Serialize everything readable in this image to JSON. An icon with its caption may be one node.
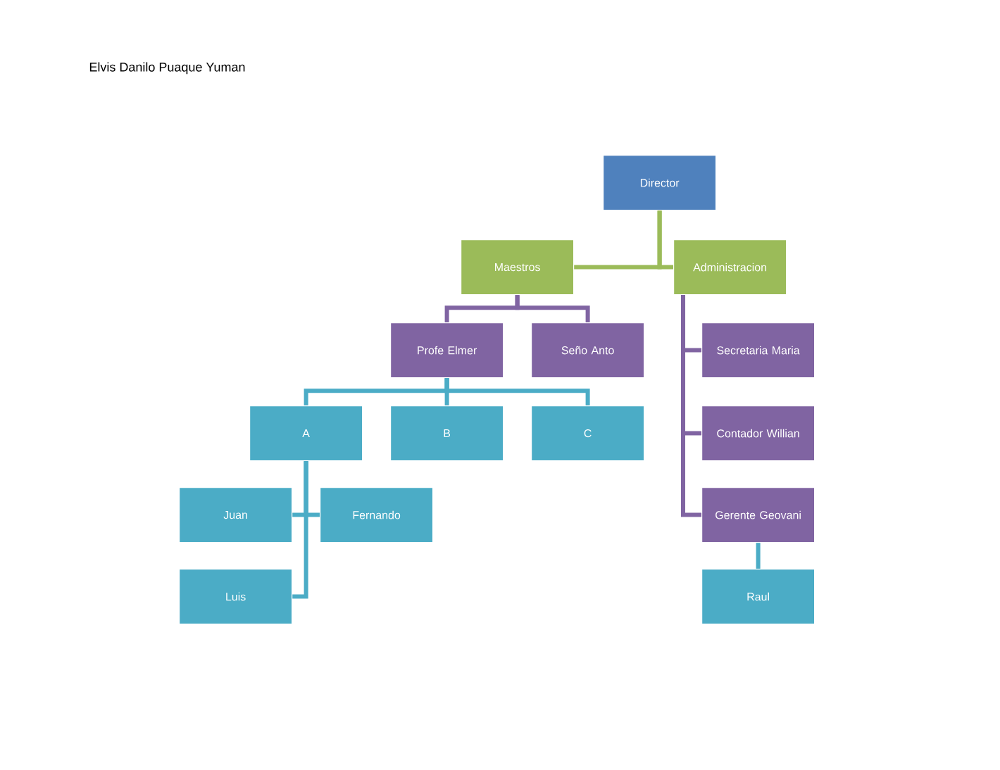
{
  "diagram": {
    "title": "Elvis Danilo Puaque Yuman",
    "nodes": [
      {
        "text": [
          "Director"
        ]
      },
      {
        "text": [
          "Maestros"
        ]
      },
      {
        "text": [
          "Administracion"
        ]
      },
      {
        "text": [
          "Profe Elmer"
        ]
      },
      {
        "text": [
          "Seño Anto"
        ]
      },
      {
        "text": [
          "A"
        ]
      },
      {
        "text": [
          "B"
        ]
      },
      {
        "text": [
          "C"
        ]
      },
      {
        "text": [
          "Juan"
        ]
      },
      {
        "text": [
          "Fernando"
        ]
      },
      {
        "text": [
          "Luis"
        ]
      },
      {
        "text": [
          "Secretaria Maria"
        ]
      },
      {
        "text": [
          "Contador Willian"
        ]
      },
      {
        "text": [
          "Gerente Geovani"
        ]
      },
      {
        "text": [
          "Raul"
        ]
      }
    ],
    "edges": [
      {
        "from": 0,
        "to": 1,
        "arrow": "none",
        "color": "#9bbb59"
      },
      {
        "from": 0,
        "to": 2,
        "arrow": "none",
        "color": "#9bbb59"
      },
      {
        "from": 1,
        "to": 3,
        "arrow": "none",
        "color": "#8064a2"
      },
      {
        "from": 1,
        "to": 4,
        "arrow": "none",
        "color": "#8064a2"
      },
      {
        "from": 2,
        "to": 11,
        "arrow": "none",
        "color": "#8064a2"
      },
      {
        "from": 2,
        "to": 12,
        "arrow": "none",
        "color": "#8064a2"
      },
      {
        "from": 2,
        "to": 13,
        "arrow": "none",
        "color": "#8064a2"
      },
      {
        "from": 3,
        "to": 5,
        "arrow": "none"
      },
      {
        "from": 3,
        "to": 6,
        "arrow": "none"
      },
      {
        "from": 3,
        "to": 7,
        "arrow": "none"
      },
      {
        "from": 5,
        "to": 8,
        "arrow": "none"
      },
      {
        "from": 5,
        "to": 9,
        "arrow": "none"
      },
      {
        "from": 5,
        "to": 10,
        "arrow": "none"
      },
      {
        "from": 13,
        "to": 14,
        "arrow": "none"
      }
    ]
  }
}
